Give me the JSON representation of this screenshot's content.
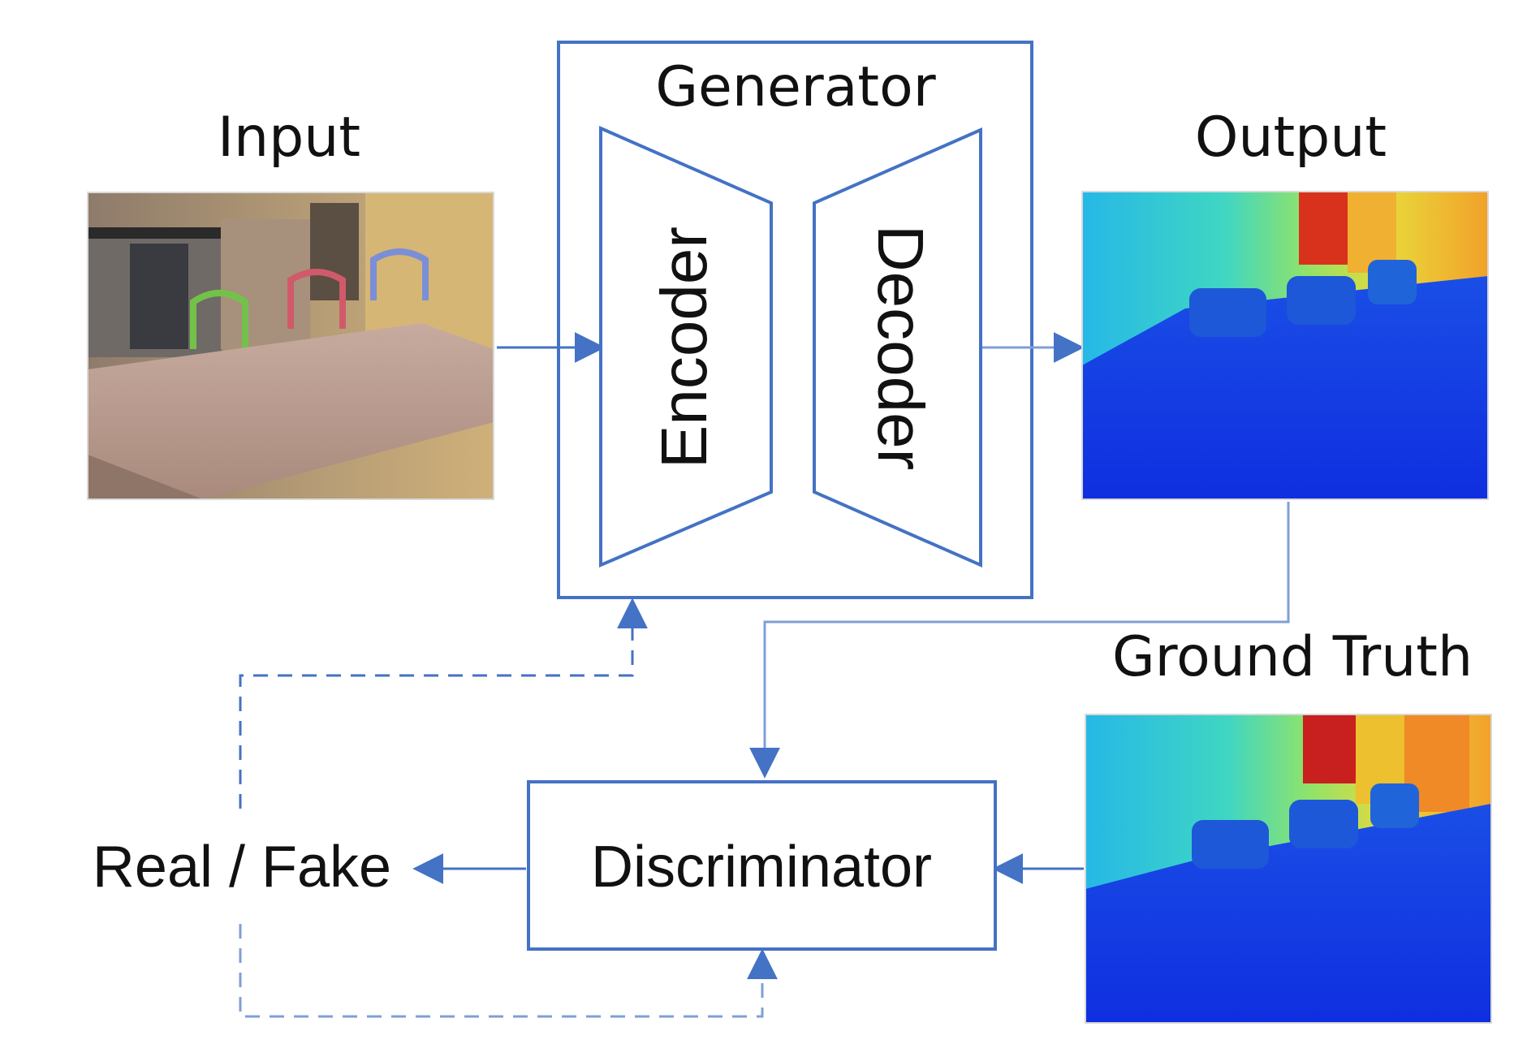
{
  "labels": {
    "input": "Input",
    "generator": "Generator",
    "encoder": "Encoder",
    "decoder": "Decoder",
    "output": "Output",
    "ground_truth": "Ground Truth",
    "discriminator": "Discriminator",
    "real_fake": "Real / Fake"
  },
  "colors": {
    "line": "#4472c4",
    "line_light": "#7f9fd6",
    "text": "#111111"
  }
}
